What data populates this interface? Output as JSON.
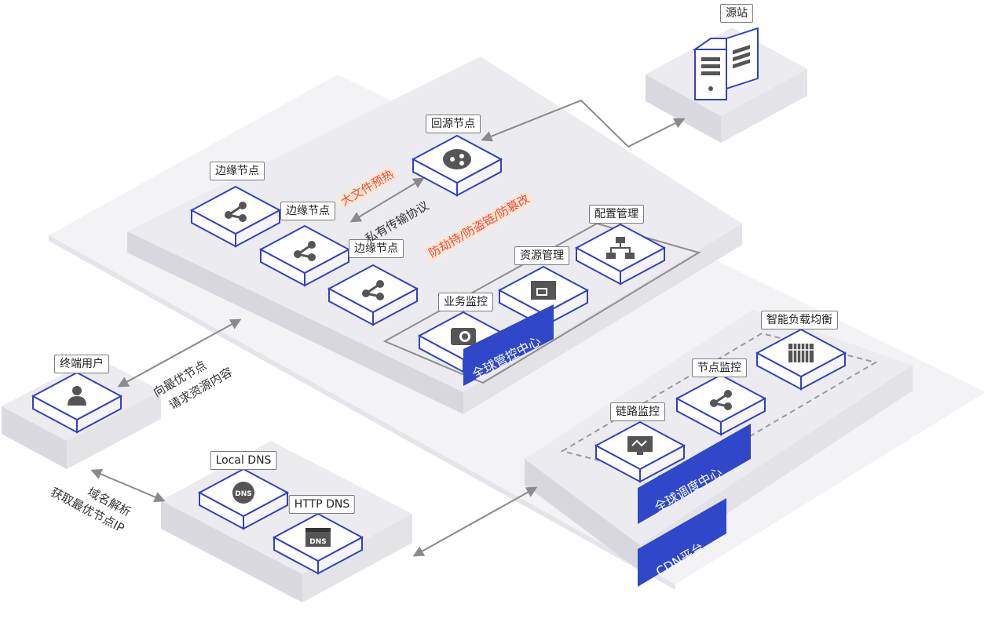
{
  "colors": {
    "accent": "#2f47c8",
    "tile_border": "#3140c4",
    "platform_top": "#ececf0",
    "platform_side": "#d5d5dc",
    "icon": "#555555",
    "arrow": "#8a8a8a",
    "highlight_text": "#f04b3c",
    "highlight_bg": "#fde6d2"
  },
  "nodes": {
    "origin_station": {
      "label": "源站",
      "icon": "server-icon"
    },
    "origin_node": {
      "label": "回源节点",
      "icon": "cloud-share-icon"
    },
    "edge_node_1": {
      "label": "边缘节点",
      "icon": "share-icon"
    },
    "edge_node_2": {
      "label": "边缘节点",
      "icon": "share-icon"
    },
    "edge_node_3": {
      "label": "边缘节点",
      "icon": "share-icon"
    },
    "config_mgmt": {
      "label": "配置管理",
      "icon": "sitemap-icon"
    },
    "resource_mgmt": {
      "label": "资源管理",
      "icon": "folder-icon"
    },
    "business_monitor": {
      "label": "业务监控",
      "icon": "camera-icon"
    },
    "end_user": {
      "label": "终端用户",
      "icon": "user-icon"
    },
    "local_dns": {
      "label": "Local DNS",
      "icon": "dns-globe-icon"
    },
    "http_dns": {
      "label": "HTTP DNS",
      "icon": "dns-window-icon"
    },
    "link_monitor": {
      "label": "链路监控",
      "icon": "monitor-icon"
    },
    "node_monitor": {
      "label": "节点监控",
      "icon": "share-icon"
    },
    "smart_lb": {
      "label": "智能负载均衡",
      "icon": "load-balancer-icon"
    }
  },
  "annotations": {
    "large_file_prefetch": "大文件预热",
    "private_protocol": "私有传输协议",
    "anti_hijack": "防劫持/防盗链/防篡改",
    "request_nearest_1": "向最优节点",
    "request_nearest_2": "请求资源内容",
    "domain_resolve_1": "域名解析",
    "domain_resolve_2": "获取最优节点IP"
  },
  "badges": {
    "global_control": "全球管控中心",
    "global_dispatch": "全球调度中心",
    "cdn_platform": "CDN平台"
  }
}
